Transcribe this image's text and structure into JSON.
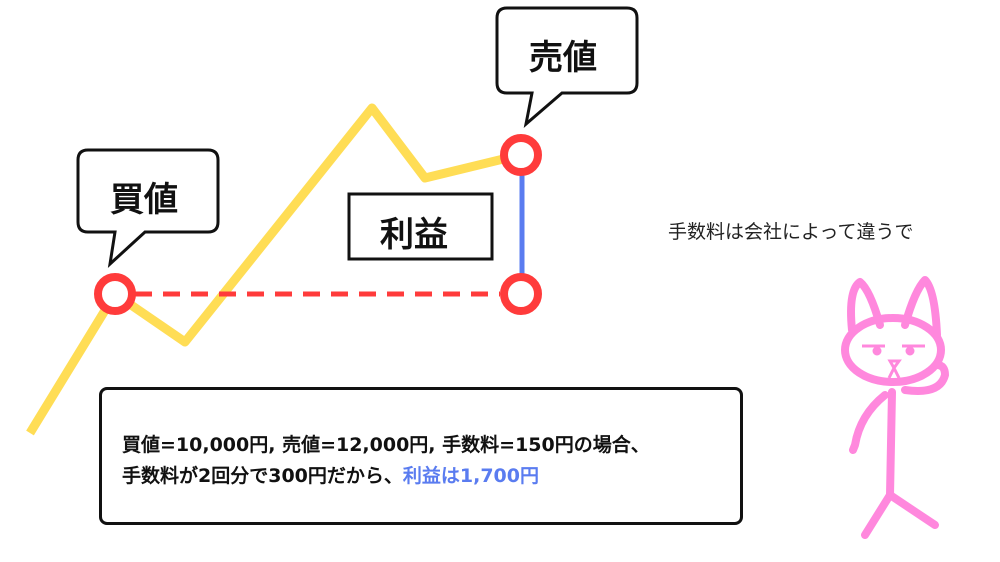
{
  "labels": {
    "buy": "買値",
    "sell": "売値",
    "profit": "利益"
  },
  "info": {
    "line1": "買値=10,000円, 売値=12,000円, 手数料=150円の場合、",
    "line2_prefix": "手数料が2回分で300円だから、",
    "line2_highlight": "利益は1,700円"
  },
  "caption": "手数料は会社によって違うで",
  "colors": {
    "price_line": "#ffdd55",
    "markers": "#ff3b3b",
    "profit_bar": "#5a7cf0",
    "character": "#ff88dd"
  }
}
